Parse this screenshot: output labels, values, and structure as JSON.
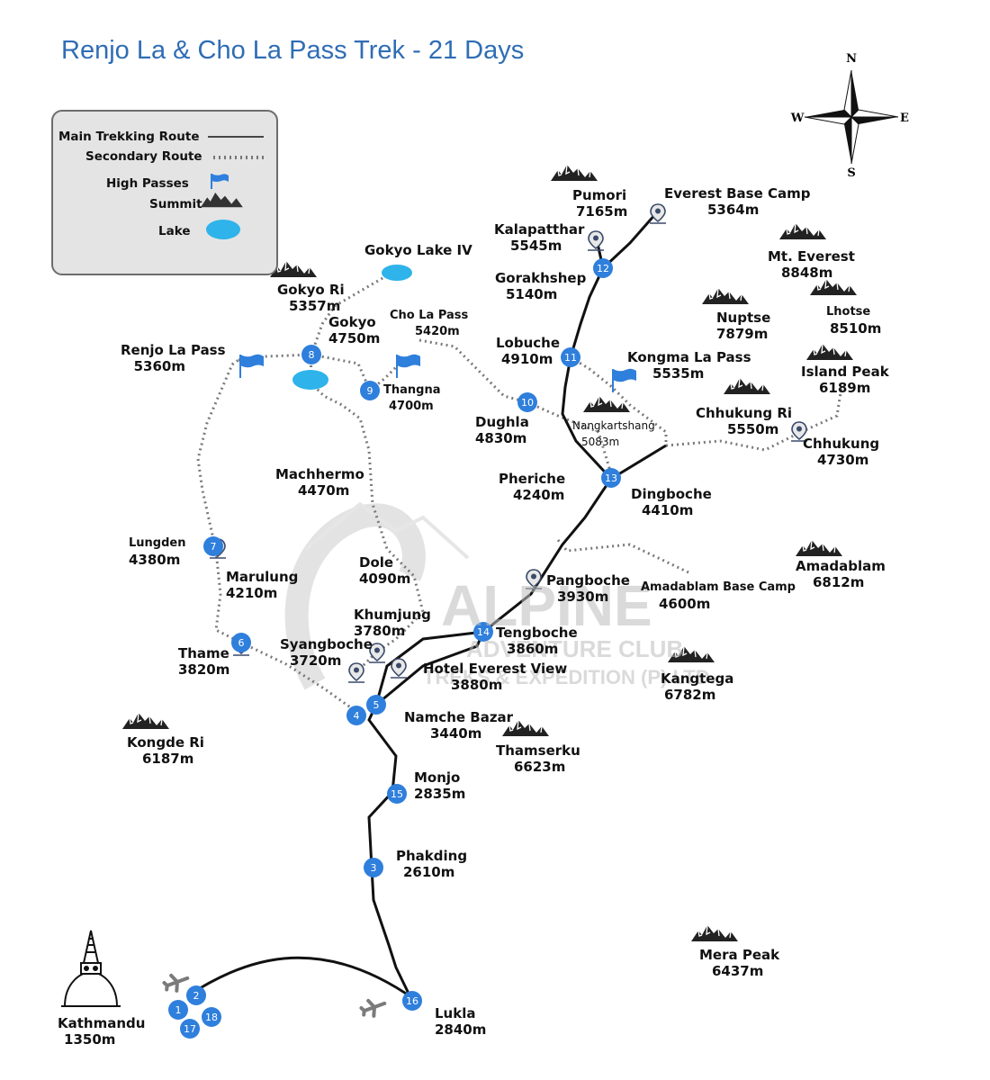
{
  "title": "Renjo La & Cho La Pass Trek - 21 Days",
  "compass": {
    "n": "N",
    "s": "S",
    "e": "E",
    "w": "W"
  },
  "legend": {
    "main_route": "Main Trekking Route",
    "secondary_route": "Secondary Route",
    "high_passes": "High Passes",
    "summit": "Summit",
    "lake": "Lake"
  },
  "watermark": {
    "brand": "ALPINE",
    "line1": "ADVENTURE CLUB",
    "line2": "TREKS & EXPEDITION (P) LTD."
  },
  "colors": {
    "route": "#111111",
    "marker": "#2f7fdc",
    "flag": "#2f7fdc",
    "lake": "#2eb3ea",
    "title": "#2f6db5"
  },
  "places": {
    "kathmandu": {
      "name": "Kathmandu",
      "alt": "1350m"
    },
    "lukla": {
      "name": "Lukla",
      "alt": "2840m"
    },
    "phakding": {
      "name": "Phakding",
      "alt": "2610m"
    },
    "monjo": {
      "name": "Monjo",
      "alt": "2835m"
    },
    "namche": {
      "name": "Namche Bazar",
      "alt": "3440m"
    },
    "thame": {
      "name": "Thame",
      "alt": "3820m"
    },
    "marulung": {
      "name": "Marulung",
      "alt": "4210m"
    },
    "lungden": {
      "name": "Lungden",
      "alt": "4380m"
    },
    "renjo": {
      "name": "Renjo La Pass",
      "alt": "5360m"
    },
    "gokyo_ri": {
      "name": "Gokyo Ri",
      "alt": "5357m"
    },
    "gokyo_lake": {
      "name": "Gokyo Lake IV"
    },
    "gokyo": {
      "name": "Gokyo",
      "alt": "4750m"
    },
    "cho_la": {
      "name": "Cho La Pass",
      "alt": "5420m"
    },
    "thangna": {
      "name": "Thangna",
      "alt": "4700m"
    },
    "dughla": {
      "name": "Dughla",
      "alt": "4830m"
    },
    "lobuche": {
      "name": "Lobuche",
      "alt": "4910m"
    },
    "gorakhshep": {
      "name": "Gorakhshep",
      "alt": "5140m"
    },
    "kalapatthar": {
      "name": "Kalapatthar",
      "alt": "5545m"
    },
    "pumori": {
      "name": "Pumori",
      "alt": "7165m"
    },
    "ebc": {
      "name": "Everest Base Camp",
      "alt": "5364m"
    },
    "everest": {
      "name": "Mt. Everest",
      "alt": "8848m"
    },
    "nuptse": {
      "name": "Nuptse",
      "alt": "7879m"
    },
    "lhotse": {
      "name": "Lhotse",
      "alt": "8510m"
    },
    "kongma": {
      "name": "Kongma La Pass",
      "alt": "5535m"
    },
    "nangkartshang": {
      "name": "Nangkartshang",
      "alt": "5083m"
    },
    "island": {
      "name": "Island Peak",
      "alt": "6189m"
    },
    "chhukung_ri": {
      "name": "Chhukung Ri",
      "alt": "5550m"
    },
    "chhukung": {
      "name": "Chhukung",
      "alt": "4730m"
    },
    "dingboche": {
      "name": "Dingboche",
      "alt": "4410m"
    },
    "pheriche": {
      "name": "Pheriche",
      "alt": "4240m"
    },
    "machhermo": {
      "name": "Machhermo",
      "alt": "4470m"
    },
    "dole": {
      "name": "Dole",
      "alt": "4090m"
    },
    "khumjung": {
      "name": "Khumjung",
      "alt": "3780m"
    },
    "syangboche": {
      "name": "Syangboche",
      "alt": "3720m"
    },
    "hotel": {
      "name": "Hotel Everest View",
      "alt": "3880m"
    },
    "pangboche": {
      "name": "Pangboche",
      "alt": "3930m"
    },
    "amadablam_bc": {
      "name": "Amadablam Base Camp",
      "alt": "4600m"
    },
    "amadablam": {
      "name": "Amadablam",
      "alt": "6812m"
    },
    "tengboche": {
      "name": "Tengboche",
      "alt": "3860m"
    },
    "kangtega": {
      "name": "Kangtega",
      "alt": "6782m"
    },
    "thamserku": {
      "name": "Thamserku",
      "alt": "6623m"
    },
    "kongde": {
      "name": "Kongde Ri",
      "alt": "6187m"
    },
    "mera": {
      "name": "Mera Peak",
      "alt": "6437m"
    }
  },
  "days": [
    "1",
    "2",
    "3",
    "4",
    "5",
    "6",
    "7",
    "8",
    "9",
    "10",
    "11",
    "12",
    "13",
    "14",
    "15",
    "16",
    "17",
    "18"
  ]
}
